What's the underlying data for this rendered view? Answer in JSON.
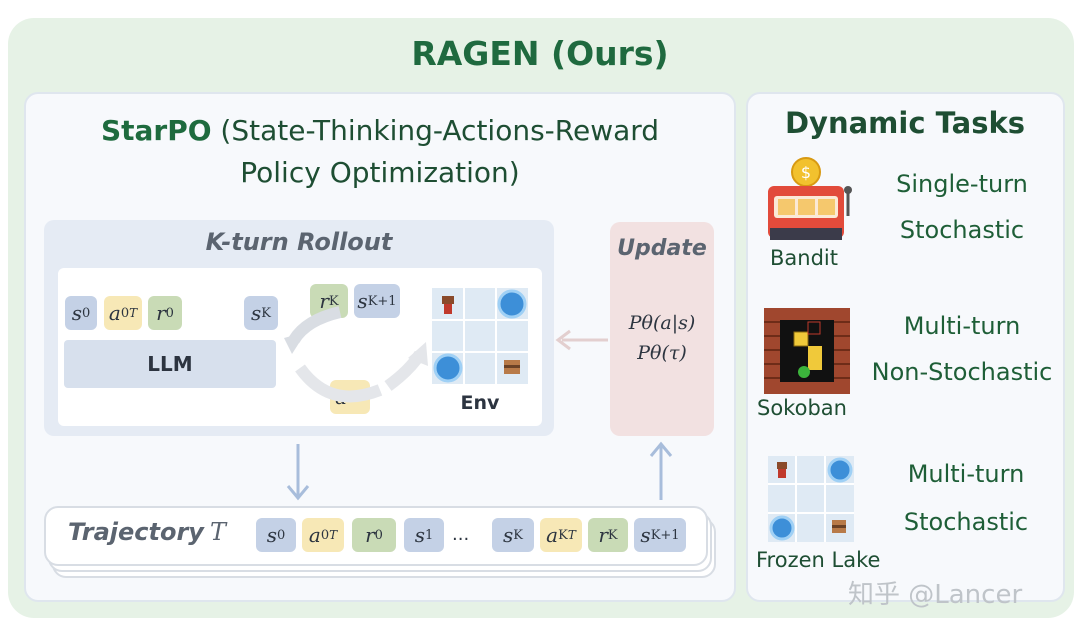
{
  "title": "RAGEN (Ours)",
  "starpo": {
    "line1_bold": "StarPO",
    "line1_rest": " (State-Thinking-Actions-Reward",
    "line2": "Policy Optimization)"
  },
  "rollout": {
    "title": "K-turn Rollout",
    "llm_label": "LLM",
    "env_label": "Env"
  },
  "update": {
    "title": "Update",
    "line1": "Pθ(a|s)",
    "line2": "Pθ(τ)"
  },
  "trajectory": {
    "label": "Trajectory",
    "symbol": "T",
    "ellipsis": "..."
  },
  "dynamic_tasks": {
    "title": "Dynamic Tasks",
    "tasks": [
      {
        "name": "Bandit",
        "line1": "Single-turn",
        "line2": "Stochastic"
      },
      {
        "name": "Sokoban",
        "line1": "Multi-turn",
        "line2": "Non-Stochastic"
      },
      {
        "name": "Frozen Lake",
        "line1": "Multi-turn",
        "line2": "Stochastic"
      }
    ]
  },
  "watermark": "知乎 @Lancer",
  "colors": {
    "state": "#c4d1e6",
    "action": "#f7e8b6",
    "reward": "#c9dbb6",
    "title_green": "#1f6a3f"
  }
}
